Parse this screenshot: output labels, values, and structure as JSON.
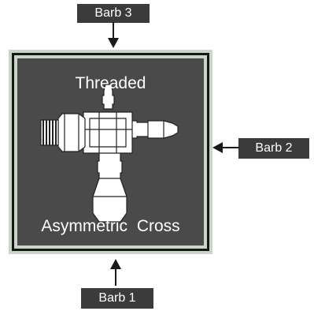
{
  "labels": {
    "barb3": "Barb 3",
    "barb2": "Barb 2",
    "barb1": "Barb 1"
  },
  "product": {
    "caption_top": "Threaded",
    "caption_bottom": "Asymmetric Cross"
  },
  "colors": {
    "label_bg": "#3b3b3b",
    "panel_bg": "#4a4a4a",
    "frame_light": "#c9d6c7",
    "frame_dark": "#161616"
  }
}
